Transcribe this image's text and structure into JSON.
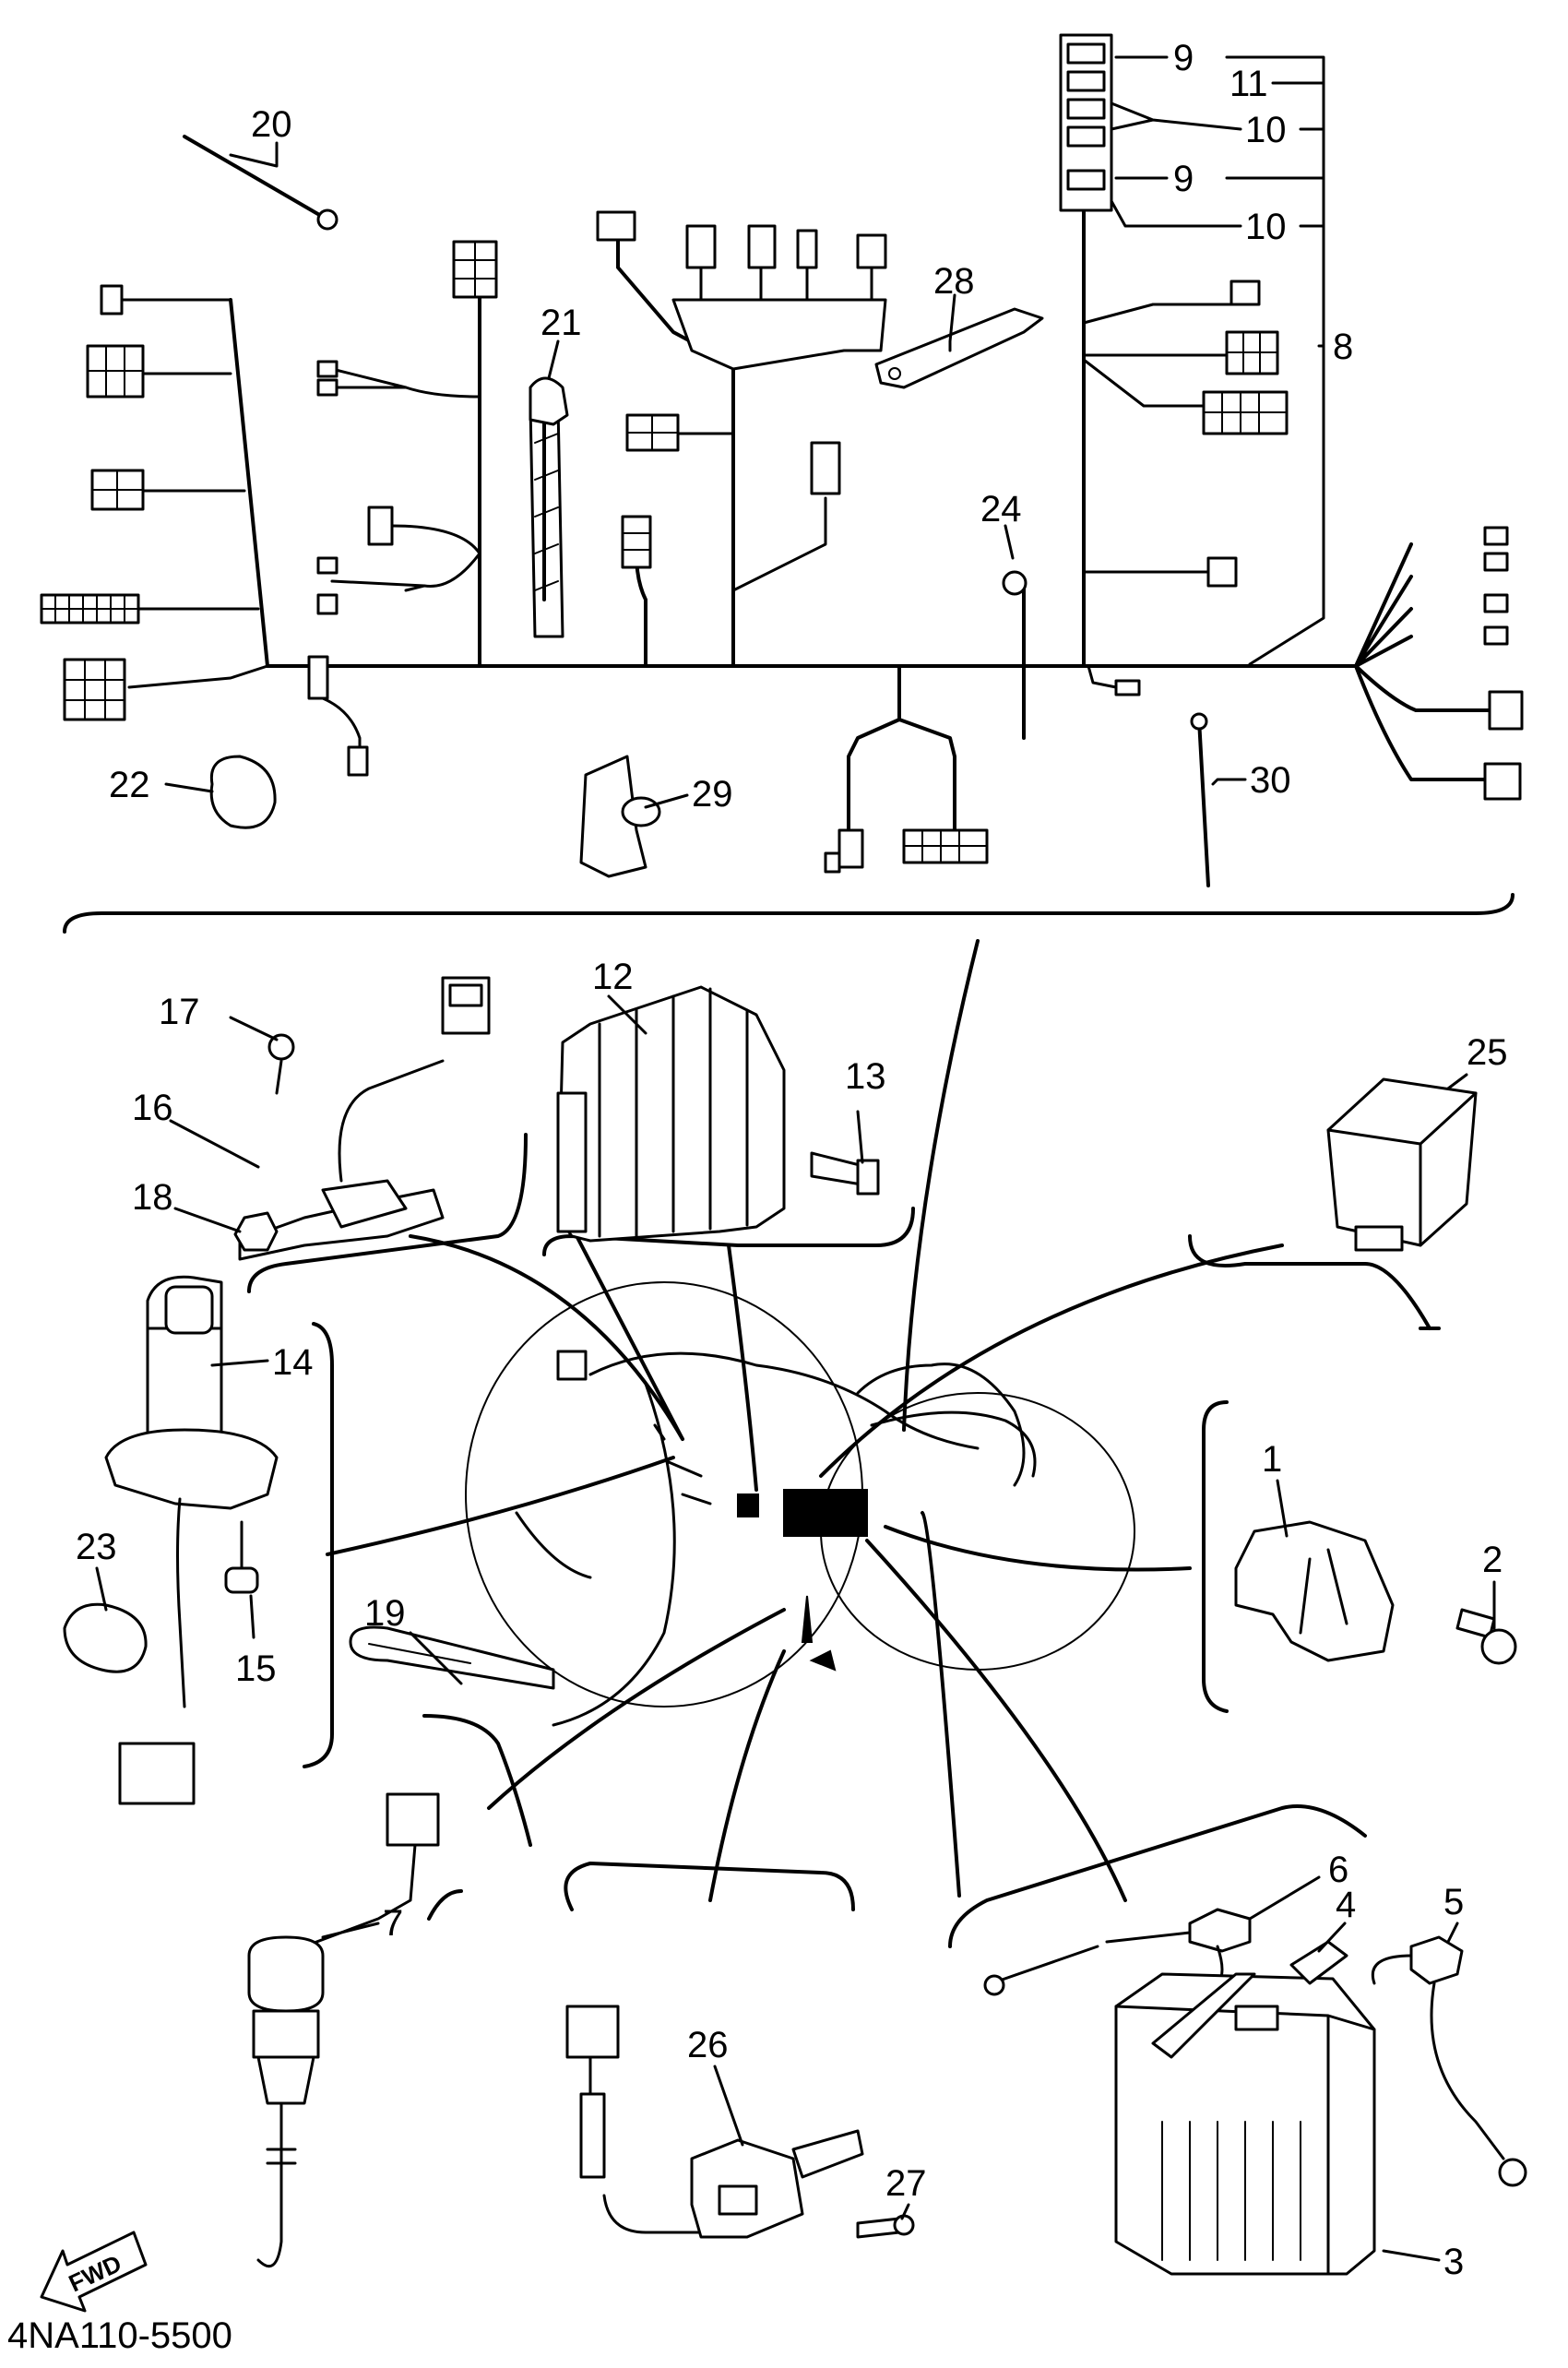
{
  "diagram": {
    "code": "4NA110-5500",
    "fwd_label": "FWD",
    "callouts": {
      "c1": "1",
      "c2": "2",
      "c3": "3",
      "c4": "4",
      "c5": "5",
      "c6": "6",
      "c7": "7",
      "c8": "8",
      "c9a": "9",
      "c9b": "9",
      "c10a": "10",
      "c10b": "10",
      "c11": "11",
      "c12": "12",
      "c13": "13",
      "c14": "14",
      "c15": "15",
      "c16": "16",
      "c17": "17",
      "c18": "18",
      "c19": "19",
      "c20": "20",
      "c21": "21",
      "c22": "22",
      "c23": "23",
      "c24": "24",
      "c25": "25",
      "c26": "26",
      "c27": "27",
      "c28": "28",
      "c29": "29",
      "c30": "30"
    }
  }
}
